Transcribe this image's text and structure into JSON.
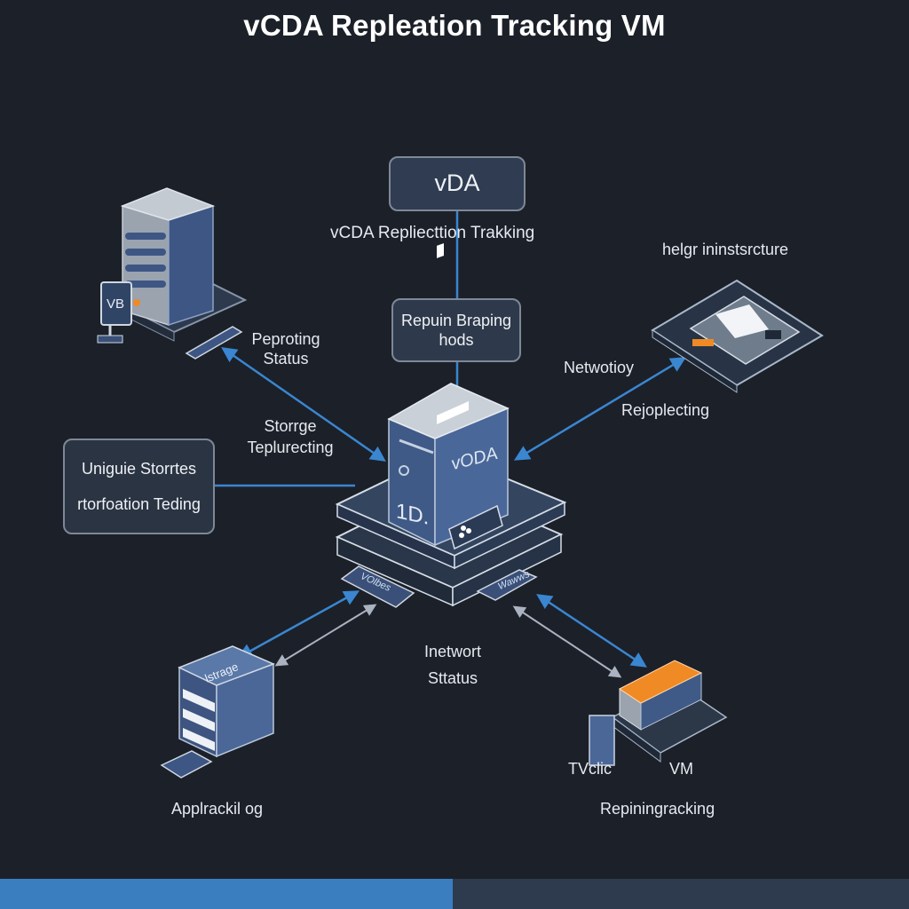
{
  "title": "vCDA Repleation Tracking VM",
  "top_box": {
    "label": "vDA"
  },
  "top_caption": "vCDA Repliecttion Trakking",
  "mid_box": {
    "line1": "Repuin Braping",
    "line2": "hods"
  },
  "left_box": {
    "line1": "Uniguie Storrtes",
    "line2": "rtorfoation Teding"
  },
  "server_panel_tag": "VB",
  "labels": {
    "reporting_line1": "Peproting",
    "reporting_line2": "Status",
    "storage_line1": "Storrge",
    "storage_line2": "Teplurecting",
    "help_infra": "helgr ininstsrcture",
    "networking": "Netwotioy",
    "replicating": "Rejoplecting",
    "network_status_line1": "Inetwort",
    "network_status_line2": "Sttatus",
    "app_tracking": "Applrackil og",
    "tv_clic": "TVclic",
    "vm": "VM",
    "repining_tracking": "Repiningracking"
  },
  "center_device": {
    "brand": "vODA",
    "front_text": "1D."
  },
  "storage_device": {
    "label": "lstrage"
  },
  "center_tags": {
    "left": "VOlbes",
    "right": "Wawws"
  },
  "colors": {
    "background": "#1c2029",
    "accent_blue": "#3a7ec0",
    "device_blue": "#3f5a86",
    "orange": "#f08a24"
  }
}
